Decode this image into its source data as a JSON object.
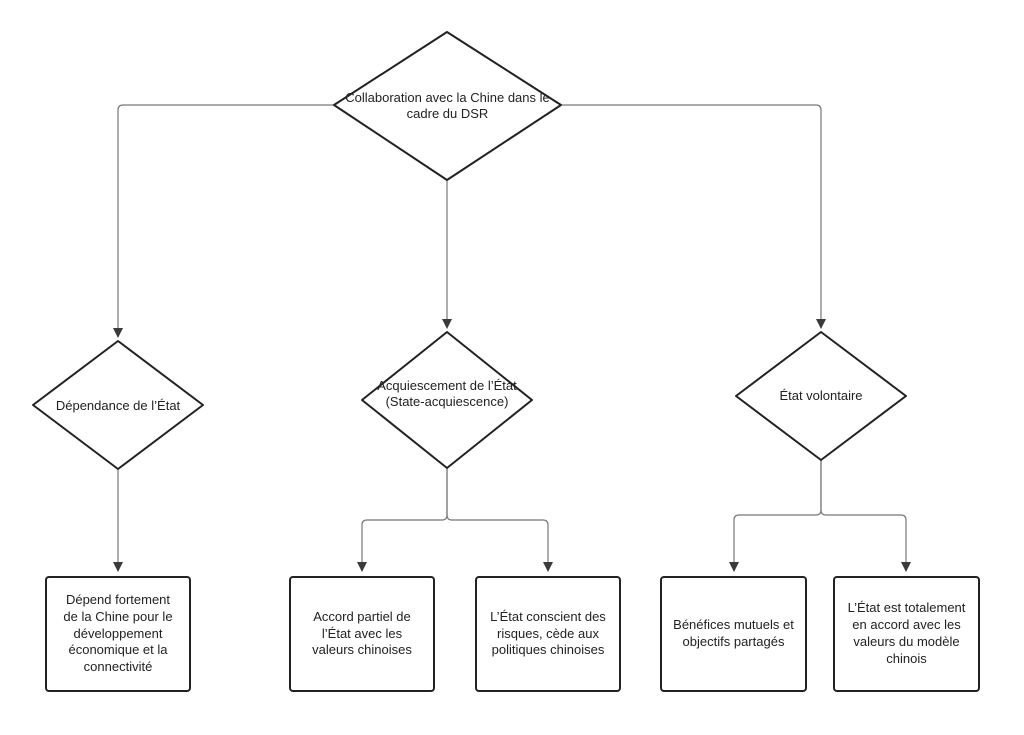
{
  "root": {
    "label": "Collaboration avec la Chine dans le cadre du DSR"
  },
  "branches": [
    {
      "label": "Dépendance de l’État",
      "outcomes": [
        "Dépend fortement de la Chine pour le développement économique et la connectivité"
      ]
    },
    {
      "label": "Acquiescement de l’État (State-acquiescence)",
      "outcomes": [
        "Accord partiel de l’État avec les valeurs chinoises",
        "L’État conscient des risques, cède aux politiques chinoises"
      ]
    },
    {
      "label": "État volontaire",
      "outcomes": [
        "Bénéfices mutuels et objectifs partagés",
        "L’État est totalement en accord avec les valeurs du modèle chinois"
      ]
    }
  ]
}
